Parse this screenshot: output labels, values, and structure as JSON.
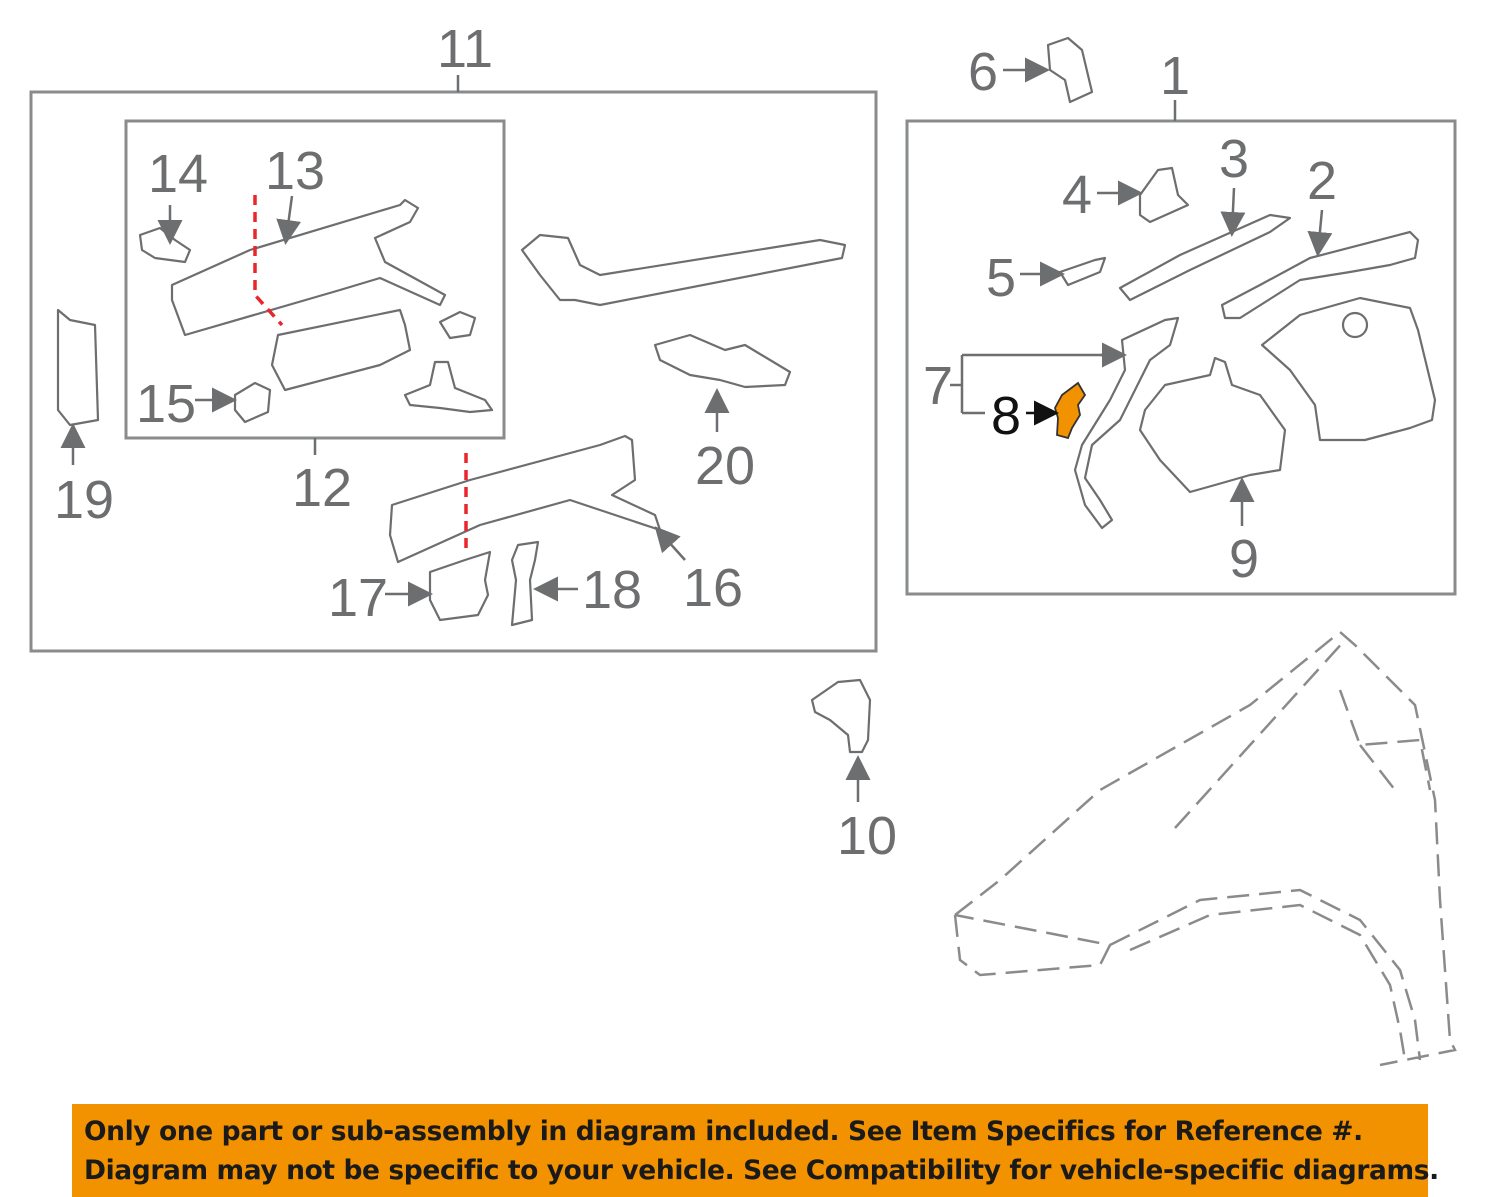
{
  "diagram": {
    "callouts": [
      "1",
      "2",
      "3",
      "4",
      "5",
      "6",
      "7",
      "8",
      "9",
      "10",
      "11",
      "12",
      "13",
      "14",
      "15",
      "16",
      "17",
      "18",
      "19",
      "20"
    ],
    "highlighted_part": "8",
    "colors": {
      "line": "#6d6e70",
      "highlight": "#f39200",
      "cut_line": "#e8262b",
      "banner": "#f39200"
    }
  },
  "banner": {
    "line1": "Only one part or sub-assembly in diagram included. See Item Specifics for Reference #.",
    "line2": "Diagram may not be specific to your vehicle. See Compatibility for vehicle-specific diagrams."
  }
}
